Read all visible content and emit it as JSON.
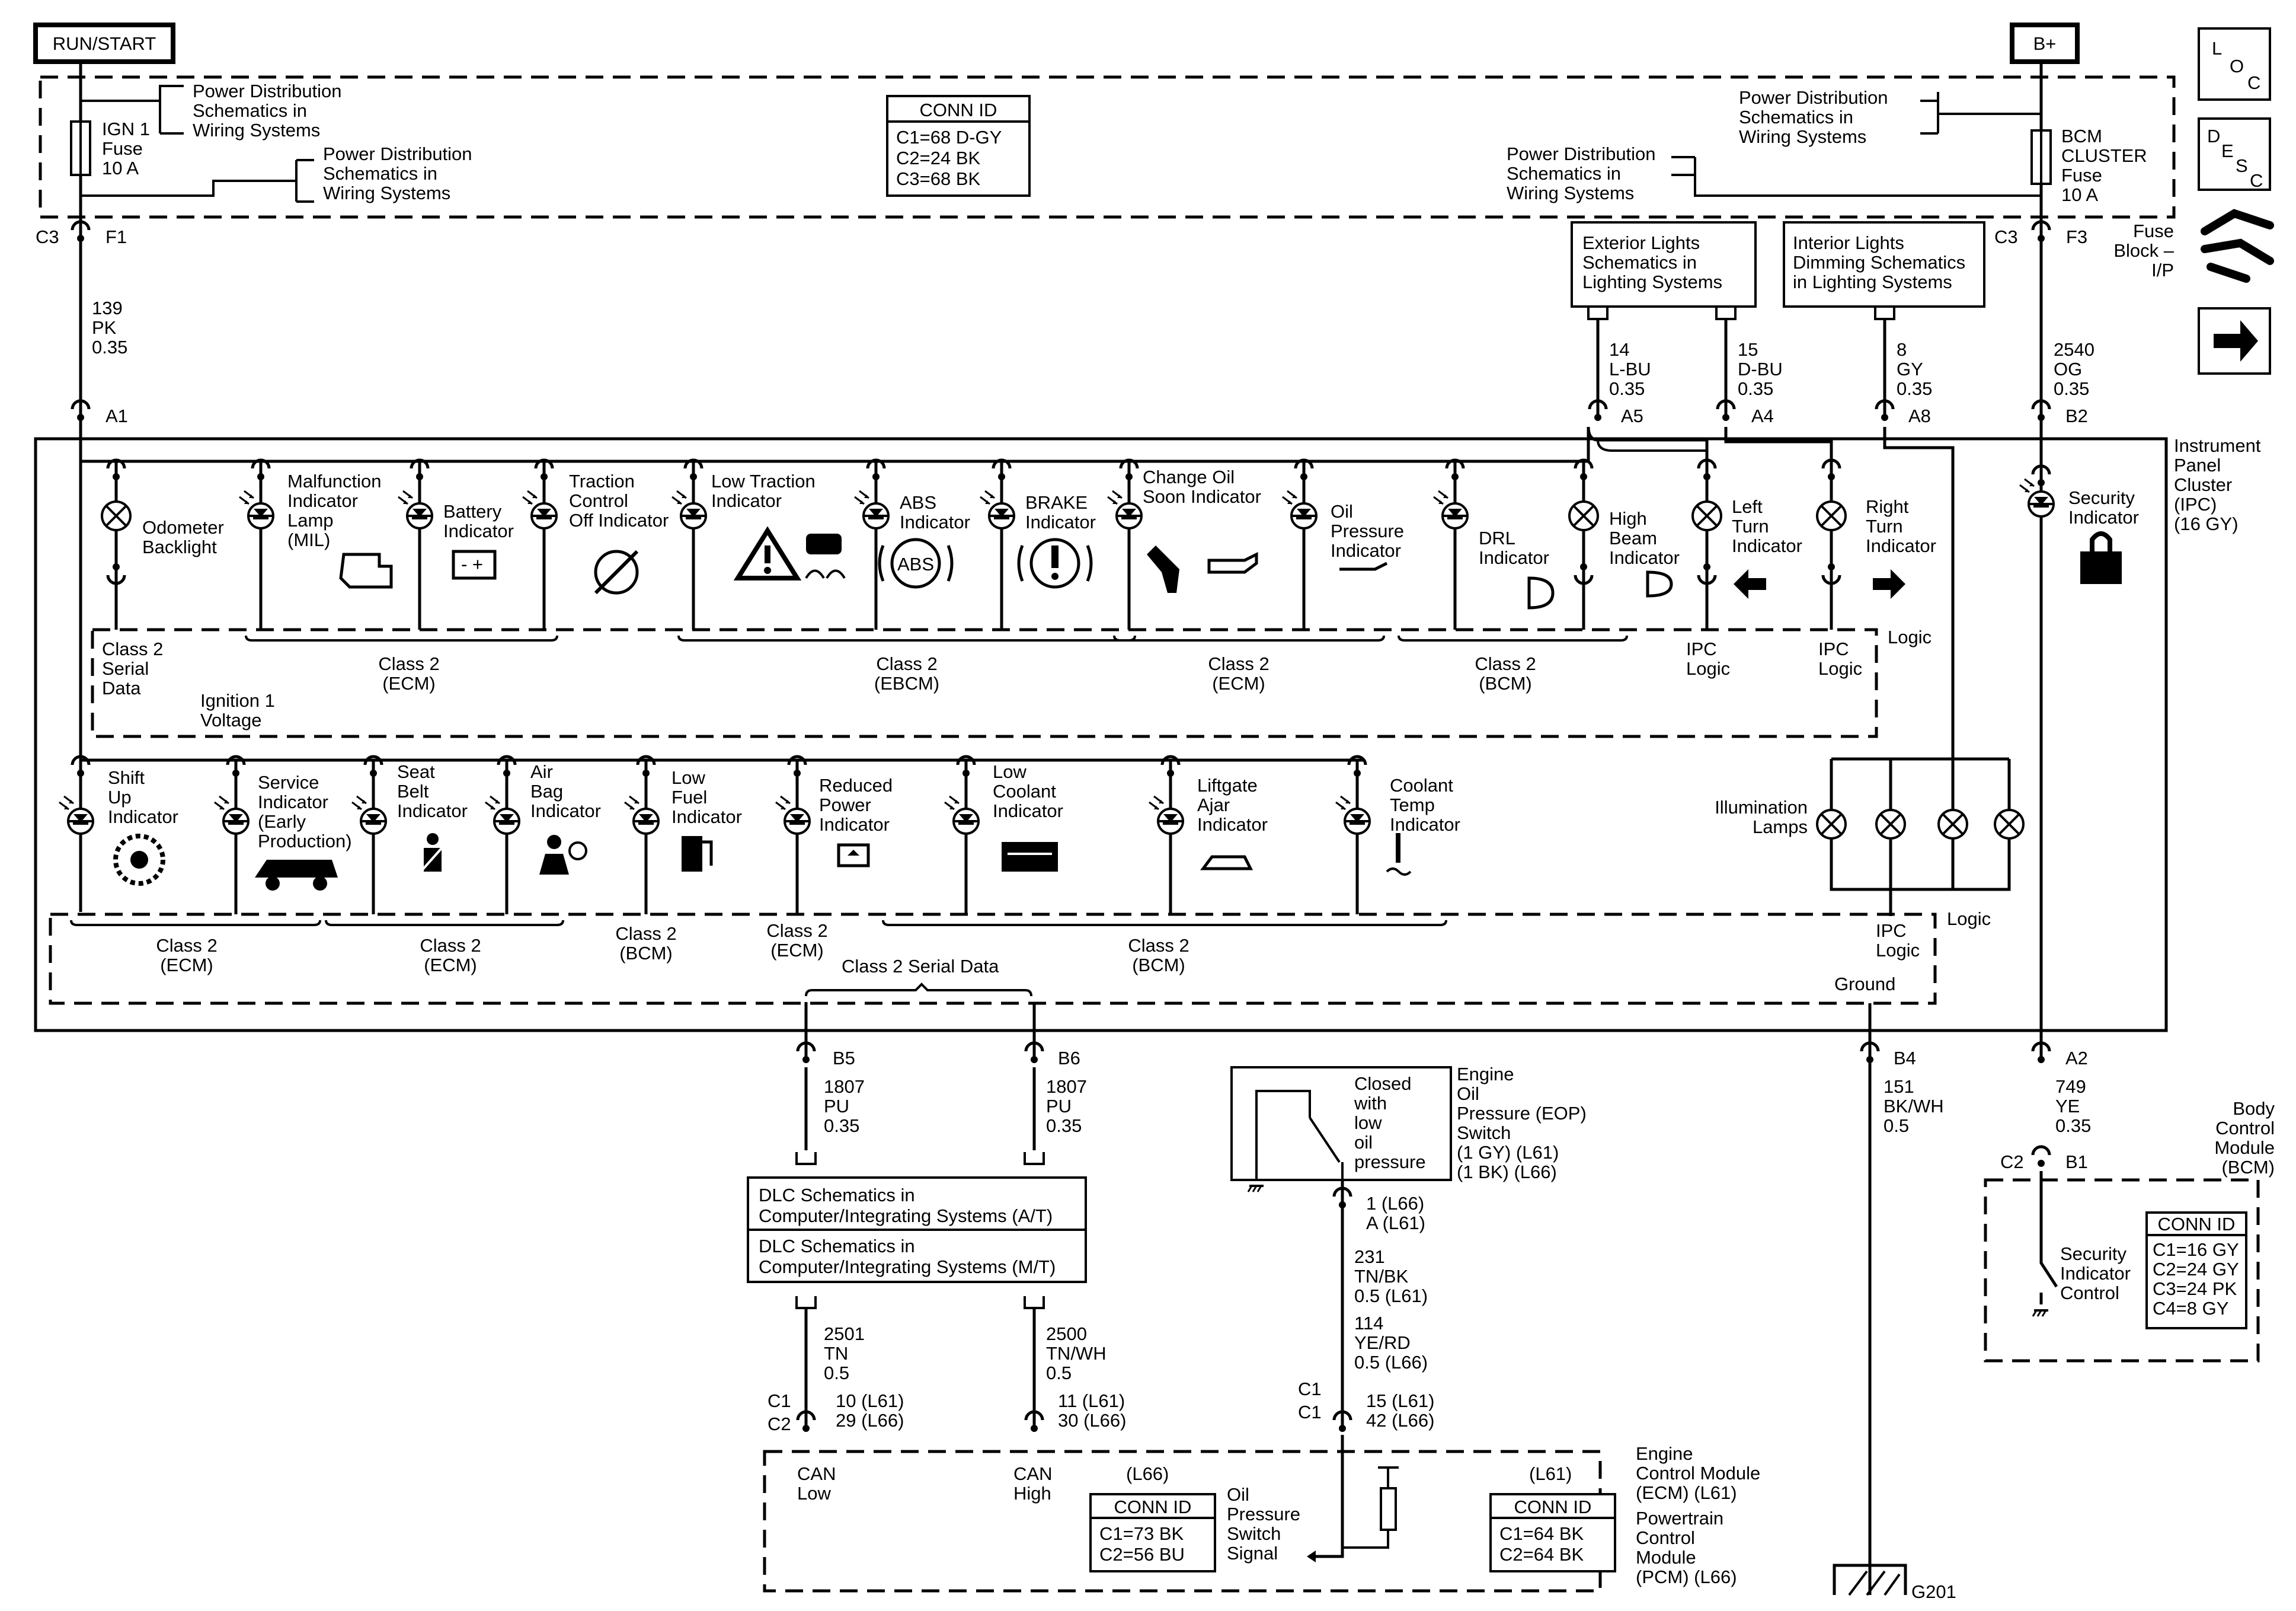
{
  "top": {
    "run_start": "RUN/START",
    "bplus": "B+",
    "pd_schem": [
      "Power Distribution",
      "Schematics in",
      "Wiring Systems"
    ],
    "ign_fuse": [
      "IGN 1",
      "Fuse",
      "10 A"
    ],
    "bcm_fuse": [
      "BCM",
      "CLUSTER",
      "Fuse",
      "10 A"
    ],
    "fuse_block": [
      "Fuse",
      "Block –",
      "I/P"
    ],
    "conn_title": "CONN ID",
    "conn_rows": [
      "C1=68 D-GY",
      "C2=24 BK",
      "C3=68 BK"
    ]
  },
  "side_icons": {
    "loc": [
      "L",
      "O",
      "C"
    ],
    "desc": [
      "D",
      "E",
      "S",
      "C"
    ]
  },
  "connectors": {
    "c3f1": [
      "C3",
      "F1"
    ],
    "c3f3": [
      "C3",
      "F3"
    ],
    "a1": "A1",
    "a5": "A5",
    "a4": "A4",
    "a8": "A8",
    "b2": "B2",
    "b5": "B5",
    "b6": "B6",
    "b4": "B4",
    "a2": "A2",
    "c2": "C2",
    "b1": "B1"
  },
  "wires": {
    "w139": [
      "139",
      "PK",
      "0.35"
    ],
    "w14": [
      "14",
      "L-BU",
      "0.35"
    ],
    "w15": [
      "15",
      "D-BU",
      "0.35"
    ],
    "w8": [
      "8",
      "GY",
      "0.35"
    ],
    "w2540": [
      "2540",
      "OG",
      "0.35"
    ],
    "w1807a": [
      "1807",
      "PU",
      "0.35"
    ],
    "w1807b": [
      "1807",
      "PU",
      "0.35"
    ],
    "w151": [
      "151",
      "BK/WH",
      "0.5"
    ],
    "w749": [
      "749",
      "YE",
      "0.35"
    ],
    "w2501": [
      "2501",
      "TN",
      "0.5"
    ],
    "w2500": [
      "2500",
      "TN/WH",
      "0.5"
    ],
    "w231": [
      "231",
      "TN/BK",
      "0.5 (L61)",
      "114",
      "YE/RD",
      "0.5 (L66)"
    ]
  },
  "lighting": {
    "exterior": [
      "Exterior Lights",
      "Schematics in",
      "Lighting Systems"
    ],
    "interior": [
      "Interior Lights",
      "Dimming Schematics",
      "in Lighting Systems"
    ]
  },
  "ipc": {
    "title": [
      "Instrument",
      "Panel",
      "Cluster",
      "(IPC)",
      "(16 GY)"
    ],
    "security": [
      "Security",
      "Indicator"
    ],
    "row1": {
      "odometer": [
        "Odometer",
        "Backlight"
      ],
      "mil": [
        "Malfunction",
        "Indicator",
        "Lamp",
        "(MIL)"
      ],
      "battery": [
        "Battery",
        "Indicator"
      ],
      "traction": [
        "Traction",
        "Control",
        "Off Indicator"
      ],
      "lowtrac": [
        "Low Traction",
        "Indicator"
      ],
      "abs": [
        "ABS",
        "Indicator"
      ],
      "brake": [
        "BRAKE",
        "Indicator"
      ],
      "change_oil": [
        "Change Oil",
        "Soon Indicator"
      ],
      "oil_press": [
        "Oil",
        "Pressure",
        "Indicator"
      ],
      "drl": [
        "DRL",
        "Indicator"
      ],
      "high_beam": [
        "High",
        "Beam",
        "Indicator"
      ],
      "left_turn": [
        "Left",
        "Turn",
        "Indicator"
      ],
      "right_turn": [
        "Right",
        "Turn",
        "Indicator"
      ],
      "abs_icon": "ABS"
    },
    "bus1": {
      "serial": [
        "Class 2",
        "Serial",
        "Data"
      ],
      "ecm1": [
        "Class 2",
        "(ECM)"
      ],
      "ebcm": [
        "Class 2",
        "(EBCM)"
      ],
      "ecm2": [
        "Class 2",
        "(ECM)"
      ],
      "bcm": [
        "Class 2",
        "(BCM)"
      ],
      "ipc_logic_l": [
        "IPC",
        "Logic"
      ],
      "ipc_logic_r": [
        "IPC",
        "Logic"
      ],
      "logic": "Logic"
    },
    "ign_voltage": [
      "Ignition 1",
      "Voltage"
    ],
    "row2": {
      "shift": [
        "Shift",
        "Up",
        "Indicator"
      ],
      "service": [
        "Service",
        "Indicator",
        "(Early",
        "Production)"
      ],
      "seatbelt": [
        "Seat",
        "Belt",
        "Indicator"
      ],
      "airbag": [
        "Air",
        "Bag",
        "Indicator"
      ],
      "lowfuel": [
        "Low",
        "Fuel",
        "Indicator"
      ],
      "reduced": [
        "Reduced",
        "Power",
        "Indicator"
      ],
      "coolant_low": [
        "Low",
        "Coolant",
        "Indicator"
      ],
      "liftgate": [
        "Liftgate",
        "Ajar",
        "Indicator"
      ],
      "coolant_temp": [
        "Coolant",
        "Temp",
        "Indicator"
      ],
      "illum": [
        "Illumination",
        "Lamps"
      ]
    },
    "bus2": {
      "ecm1": [
        "Class 2",
        "(ECM)"
      ],
      "ecm2": [
        "Class 2",
        "(ECM)"
      ],
      "bcm1": [
        "Class 2",
        "(BCM)"
      ],
      "ecm3": [
        "Class 2",
        "(ECM)"
      ],
      "bcm2": [
        "Class 2",
        "(BCM)"
      ],
      "ipc_logic": [
        "IPC",
        "Logic"
      ],
      "logic": "Logic",
      "ground": "Ground",
      "serial": "Class 2 Serial Data"
    }
  },
  "dlc": {
    "at": [
      "DLC Schematics in",
      "Computer/Integrating Systems (A/T)"
    ],
    "mt": [
      "DLC Schematics in",
      "Computer/Integrating Systems (M/T)"
    ]
  },
  "eop": {
    "title": [
      "Engine",
      "Oil",
      "Pressure (EOP)",
      "Switch",
      "(1 GY) (L61)",
      "(1 BK) (L66)"
    ],
    "closed": [
      "Closed",
      "with",
      "low",
      "oil",
      "pressure"
    ],
    "pin": [
      "1 (L66)",
      "A (L61)"
    ]
  },
  "ecm": {
    "c1c2_a": [
      "C1",
      "C2"
    ],
    "pins_a": [
      "10 (L61)",
      "29 (L66)"
    ],
    "pins_b": [
      "11 (L61)",
      "30 (L66)"
    ],
    "c1c1": [
      "C1",
      "C1"
    ],
    "pins_c": [
      "15 (L61)",
      "42 (L66)"
    ],
    "can_low": [
      "CAN",
      "Low"
    ],
    "can_high": [
      "CAN",
      "High"
    ],
    "l66": "(L66)",
    "l61": "(L61)",
    "conn_l66": [
      "CONN ID",
      "C1=73 BK",
      "C2=56 BU"
    ],
    "conn_l61": [
      "CONN ID",
      "C1=64 BK",
      "C2=64 BK"
    ],
    "oil_sig": [
      "Oil",
      "Pressure",
      "Switch",
      "Signal"
    ],
    "title": [
      "Engine",
      "Control Module",
      "(ECM) (L61)",
      "Powertrain",
      "Control",
      "Module",
      "(PCM) (L66)"
    ]
  },
  "bcm": {
    "title": [
      "Body",
      "Control",
      "Module",
      "(BCM)"
    ],
    "sec_ctrl": [
      "Security",
      "Indicator",
      "Control"
    ],
    "conn": [
      "CONN ID",
      "C1=16 GY",
      "C2=24 GY",
      "C3=24 PK",
      "C4=8 GY"
    ]
  },
  "ground": {
    "g201": "G201"
  }
}
